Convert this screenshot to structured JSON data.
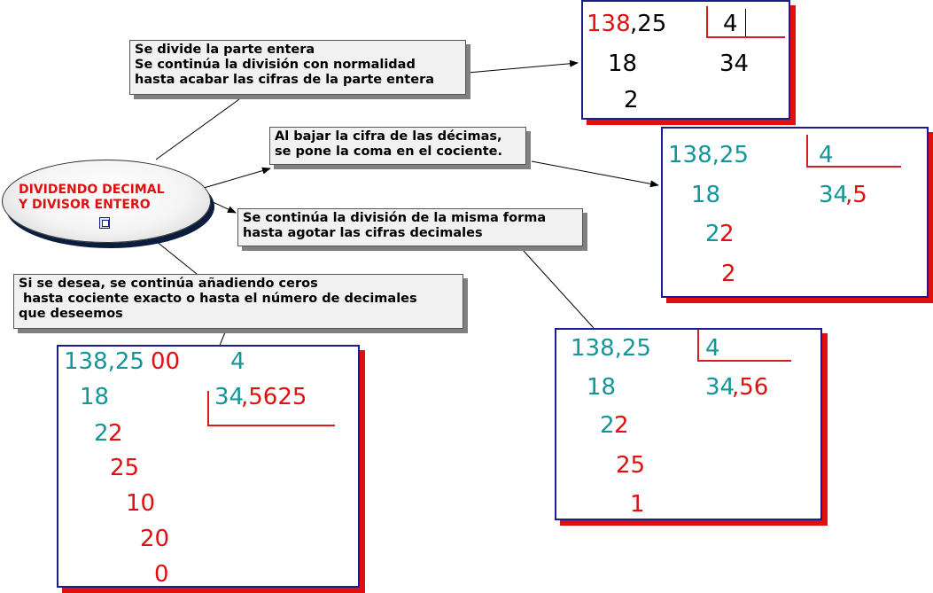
{
  "central": {
    "title": "DIVIDENDO DECIMAL\nY DIVISOR ENTERO",
    "icon": "document-icon"
  },
  "notes": {
    "parte_entera": "Se divide la parte entera\nSe continúa la división con normalidad\nhasta acabar las cifras de la parte entera",
    "decimas": "Al bajar la cifra de las décimas,\nse pone la coma en el cociente.",
    "decimales": "Se continúa la división de la misma forma\nhasta agotar las cifras decimales",
    "ceros": "Si se desea, se continúa añadiendo ceros\n hasta cociente exacto o hasta el número de decimales\nque deseemos"
  },
  "colors": {
    "red": "#e01010",
    "teal": "#13959a",
    "navy": "#1c1c8c",
    "shadow_red": "#e01010"
  },
  "box1": {
    "dividend_a": "138",
    "dividend_b": ",25",
    "divisor": "4",
    "r1": "18",
    "quotient": "34",
    "r2": "2"
  },
  "box2": {
    "dividend": "138,25",
    "divisor": "4",
    "r1": "18",
    "q_a": "34",
    "q_b": ",5",
    "r2_a": "2",
    "r2_b": "2",
    "r3": "2"
  },
  "box3": {
    "dividend": "138,25",
    "divisor": "4",
    "r1": "18",
    "q_a": "34",
    "q_b": ",56",
    "r2_a": "2",
    "r2_b": "2",
    "r3": "25",
    "r4": "1"
  },
  "box4": {
    "dividend_a": "138,25",
    "dividend_b": "00",
    "divisor": "4",
    "r1": "18",
    "q_a": "34",
    "q_b": ",5625",
    "r2_a": "2",
    "r2_b": "2",
    "r3": "25",
    "r4": "10",
    "r5": "20",
    "r6": "0"
  }
}
